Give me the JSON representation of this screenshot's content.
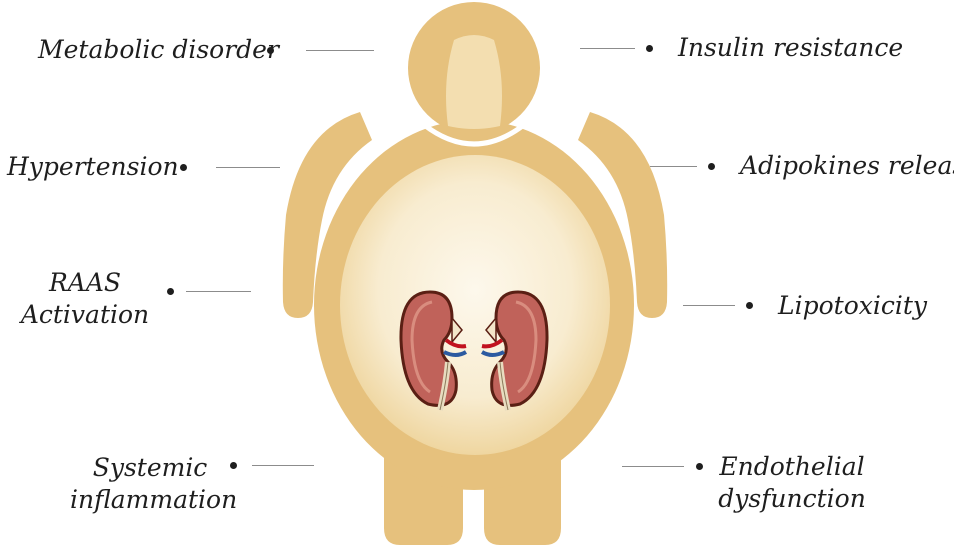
{
  "labels": {
    "metabolic_disorder": "Metabolic disorder",
    "insulin_resistance": "Insulin resistance",
    "hypertension": "Hypertension",
    "adipokines_release": "Adipokines release",
    "raas_line1": "RAAS",
    "raas_line2": "Activation",
    "lipotoxicity": "Lipotoxicity",
    "systemic_line1": "Systemic",
    "systemic_line2": "inflammation",
    "endothelial_line1": "Endothelial",
    "endothelial_line2": "dysfunction"
  },
  "colors": {
    "body_fill": "#e6c17d",
    "belly_center": "#fbf4e3",
    "belly_edge": "#f0d9a6",
    "kidney_fill": "#c0625a",
    "kidney_outline": "#5a1f14",
    "text": "#1e1e1e"
  },
  "icons": {
    "figure": "obese-human-silhouette",
    "kidneys": "kidney-pair-icon"
  }
}
